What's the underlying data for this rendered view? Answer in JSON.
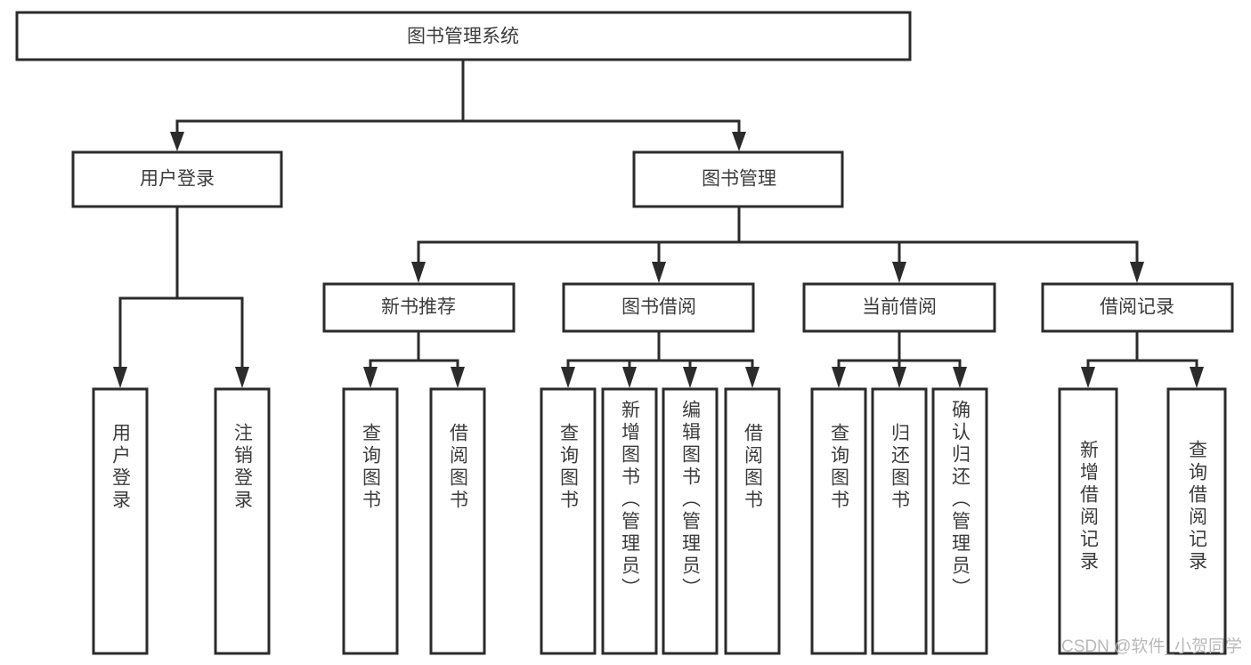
{
  "diagram": {
    "type": "tree",
    "title": "图书管理系统",
    "root": {
      "id": "root",
      "label": "图书管理系统",
      "orientation": "horizontal"
    },
    "level2": [
      {
        "id": "user-login",
        "label": "用户登录",
        "orientation": "horizontal"
      },
      {
        "id": "book-management",
        "label": "图书管理",
        "orientation": "horizontal"
      }
    ],
    "level3": [
      {
        "id": "new-book-recommend",
        "label": "新书推荐",
        "orientation": "horizontal",
        "parent": "book-management"
      },
      {
        "id": "book-borrow",
        "label": "图书借阅",
        "orientation": "horizontal",
        "parent": "book-management"
      },
      {
        "id": "current-borrow",
        "label": "当前借阅",
        "orientation": "horizontal",
        "parent": "book-management"
      },
      {
        "id": "borrow-record",
        "label": "借阅记录",
        "orientation": "horizontal",
        "parent": "book-management"
      }
    ],
    "leaves": [
      {
        "id": "leaf-user-login",
        "label": "用户登录",
        "orientation": "vertical",
        "parent": "user-login"
      },
      {
        "id": "leaf-logout-login",
        "label": "注销登录",
        "orientation": "vertical",
        "parent": "user-login"
      },
      {
        "id": "leaf-query-book-1",
        "label": "查询图书",
        "orientation": "vertical",
        "parent": "new-book-recommend"
      },
      {
        "id": "leaf-borrow-book-1",
        "label": "借阅图书",
        "orientation": "vertical",
        "parent": "new-book-recommend"
      },
      {
        "id": "leaf-query-book-2",
        "label": "查询图书",
        "orientation": "vertical",
        "parent": "book-borrow"
      },
      {
        "id": "leaf-add-book",
        "label": "新增图书（管理员）",
        "orientation": "vertical",
        "parent": "book-borrow"
      },
      {
        "id": "leaf-edit-book",
        "label": "编辑图书（管理员）",
        "orientation": "vertical",
        "parent": "book-borrow"
      },
      {
        "id": "leaf-borrow-book-2",
        "label": "借阅图书",
        "orientation": "vertical",
        "parent": "book-borrow"
      },
      {
        "id": "leaf-query-book-3",
        "label": "查询图书",
        "orientation": "vertical",
        "parent": "current-borrow"
      },
      {
        "id": "leaf-return-book",
        "label": "归还图书",
        "orientation": "vertical",
        "parent": "current-borrow"
      },
      {
        "id": "leaf-confirm-return",
        "label": "确认归还（管理员）",
        "orientation": "vertical",
        "parent": "current-borrow"
      },
      {
        "id": "leaf-add-record",
        "label": "新增借阅记录",
        "orientation": "vertical",
        "parent": "borrow-record"
      },
      {
        "id": "leaf-query-record",
        "label": "查询借阅记录",
        "orientation": "vertical",
        "parent": "borrow-record"
      }
    ]
  },
  "watermark": {
    "text": "CSDN @软件_小贺同学"
  },
  "colors": {
    "box_stroke": "#2b2b2b",
    "box_fill": "#ffffff",
    "text": "#3c3c3c",
    "line": "#2b2b2b",
    "watermark": "#b9b9b9",
    "background": "#ffffff"
  }
}
